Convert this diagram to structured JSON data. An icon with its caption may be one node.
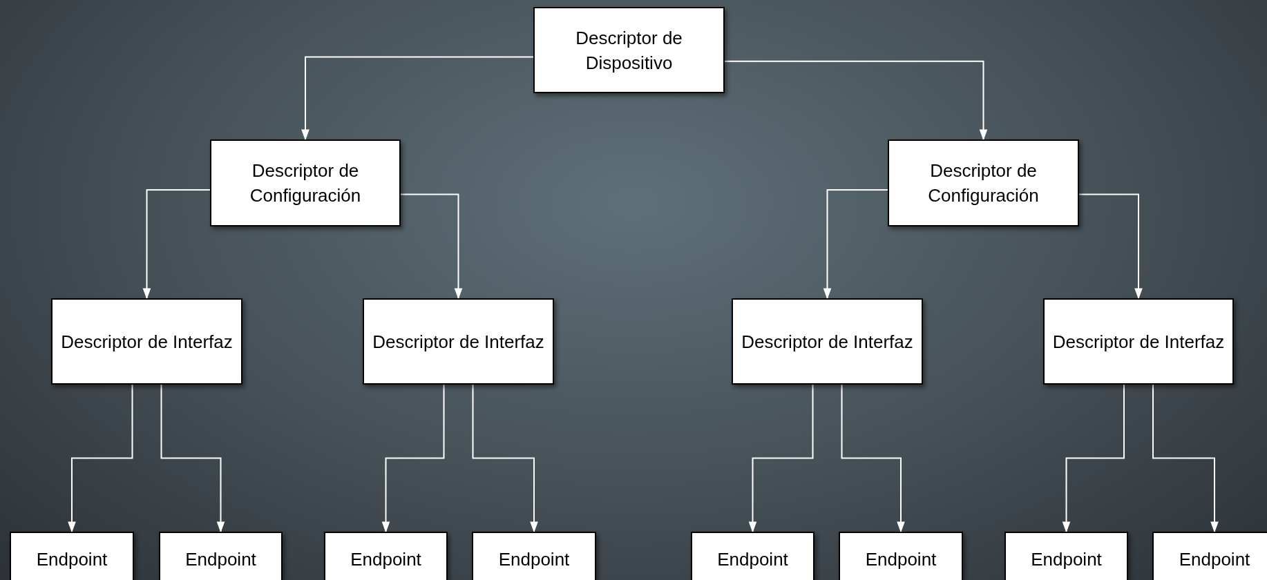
{
  "diagram": {
    "nodes": [
      {
        "text": [
          "Descriptor de Dispositivo"
        ]
      },
      {
        "text": [
          "Descriptor de Configuración"
        ]
      },
      {
        "text": [
          "Descriptor de Configuración"
        ]
      },
      {
        "text": [
          "Descriptor de Interfaz"
        ]
      },
      {
        "text": [
          "Descriptor de Interfaz"
        ]
      },
      {
        "text": [
          "Descriptor de Interfaz"
        ]
      },
      {
        "text": [
          "Descriptor de Interfaz"
        ]
      },
      {
        "text": [
          "Endpoint"
        ]
      },
      {
        "text": [
          "Endpoint"
        ]
      },
      {
        "text": [
          "Endpoint"
        ]
      },
      {
        "text": [
          "Endpoint"
        ]
      },
      {
        "text": [
          "Endpoint"
        ]
      },
      {
        "text": [
          "Endpoint"
        ]
      },
      {
        "text": [
          "Endpoint"
        ]
      },
      {
        "text": [
          "Endpoint"
        ]
      }
    ],
    "edges": [
      {
        "from": 0,
        "to": 1,
        "arrow": "to"
      },
      {
        "from": 0,
        "to": 2,
        "arrow": "to"
      },
      {
        "from": 1,
        "to": 3,
        "arrow": "to"
      },
      {
        "from": 1,
        "to": 4,
        "arrow": "to"
      },
      {
        "from": 2,
        "to": 5,
        "arrow": "to"
      },
      {
        "from": 2,
        "to": 6,
        "arrow": "to"
      },
      {
        "from": 3,
        "to": 7,
        "arrow": "to"
      },
      {
        "from": 3,
        "to": 8,
        "arrow": "to"
      },
      {
        "from": 4,
        "to": 9,
        "arrow": "to"
      },
      {
        "from": 4,
        "to": 10,
        "arrow": "to"
      },
      {
        "from": 5,
        "to": 11,
        "arrow": "to"
      },
      {
        "from": 5,
        "to": 12,
        "arrow": "to"
      },
      {
        "from": 6,
        "to": 13,
        "arrow": "to"
      },
      {
        "from": 6,
        "to": 14,
        "arrow": "to"
      }
    ]
  }
}
